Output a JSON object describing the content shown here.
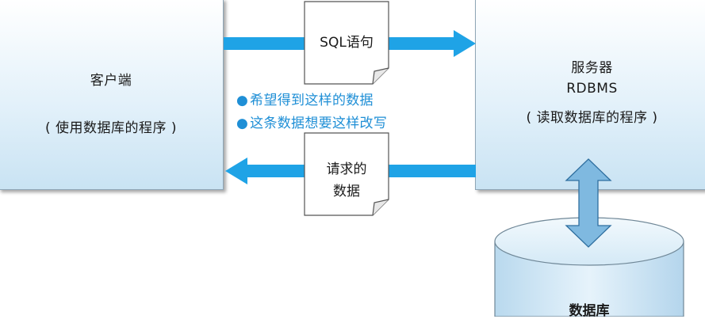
{
  "client": {
    "title": "客户端",
    "subtitle": "( 使用数据库的程序 )"
  },
  "server": {
    "title": "服务器",
    "product": "RDBMS",
    "subtitle": "( 读取数据库的程序 )"
  },
  "request_doc": {
    "label": "SQL语句"
  },
  "response_doc": {
    "line1": "请求的",
    "line2": "数据"
  },
  "notes": [
    {
      "bullet": "●",
      "text": "希望得到这样的数据"
    },
    {
      "bullet": "●",
      "text": "这条数据想要这样改写"
    }
  ],
  "database": {
    "label": "数据库"
  },
  "colors": {
    "arrow": "#1fa3e6",
    "note_text": "#1f8fd6",
    "box_fill": "#d6ebf7",
    "box_border": "#8fa6b6",
    "db_arrow": "#7fb9e0"
  }
}
